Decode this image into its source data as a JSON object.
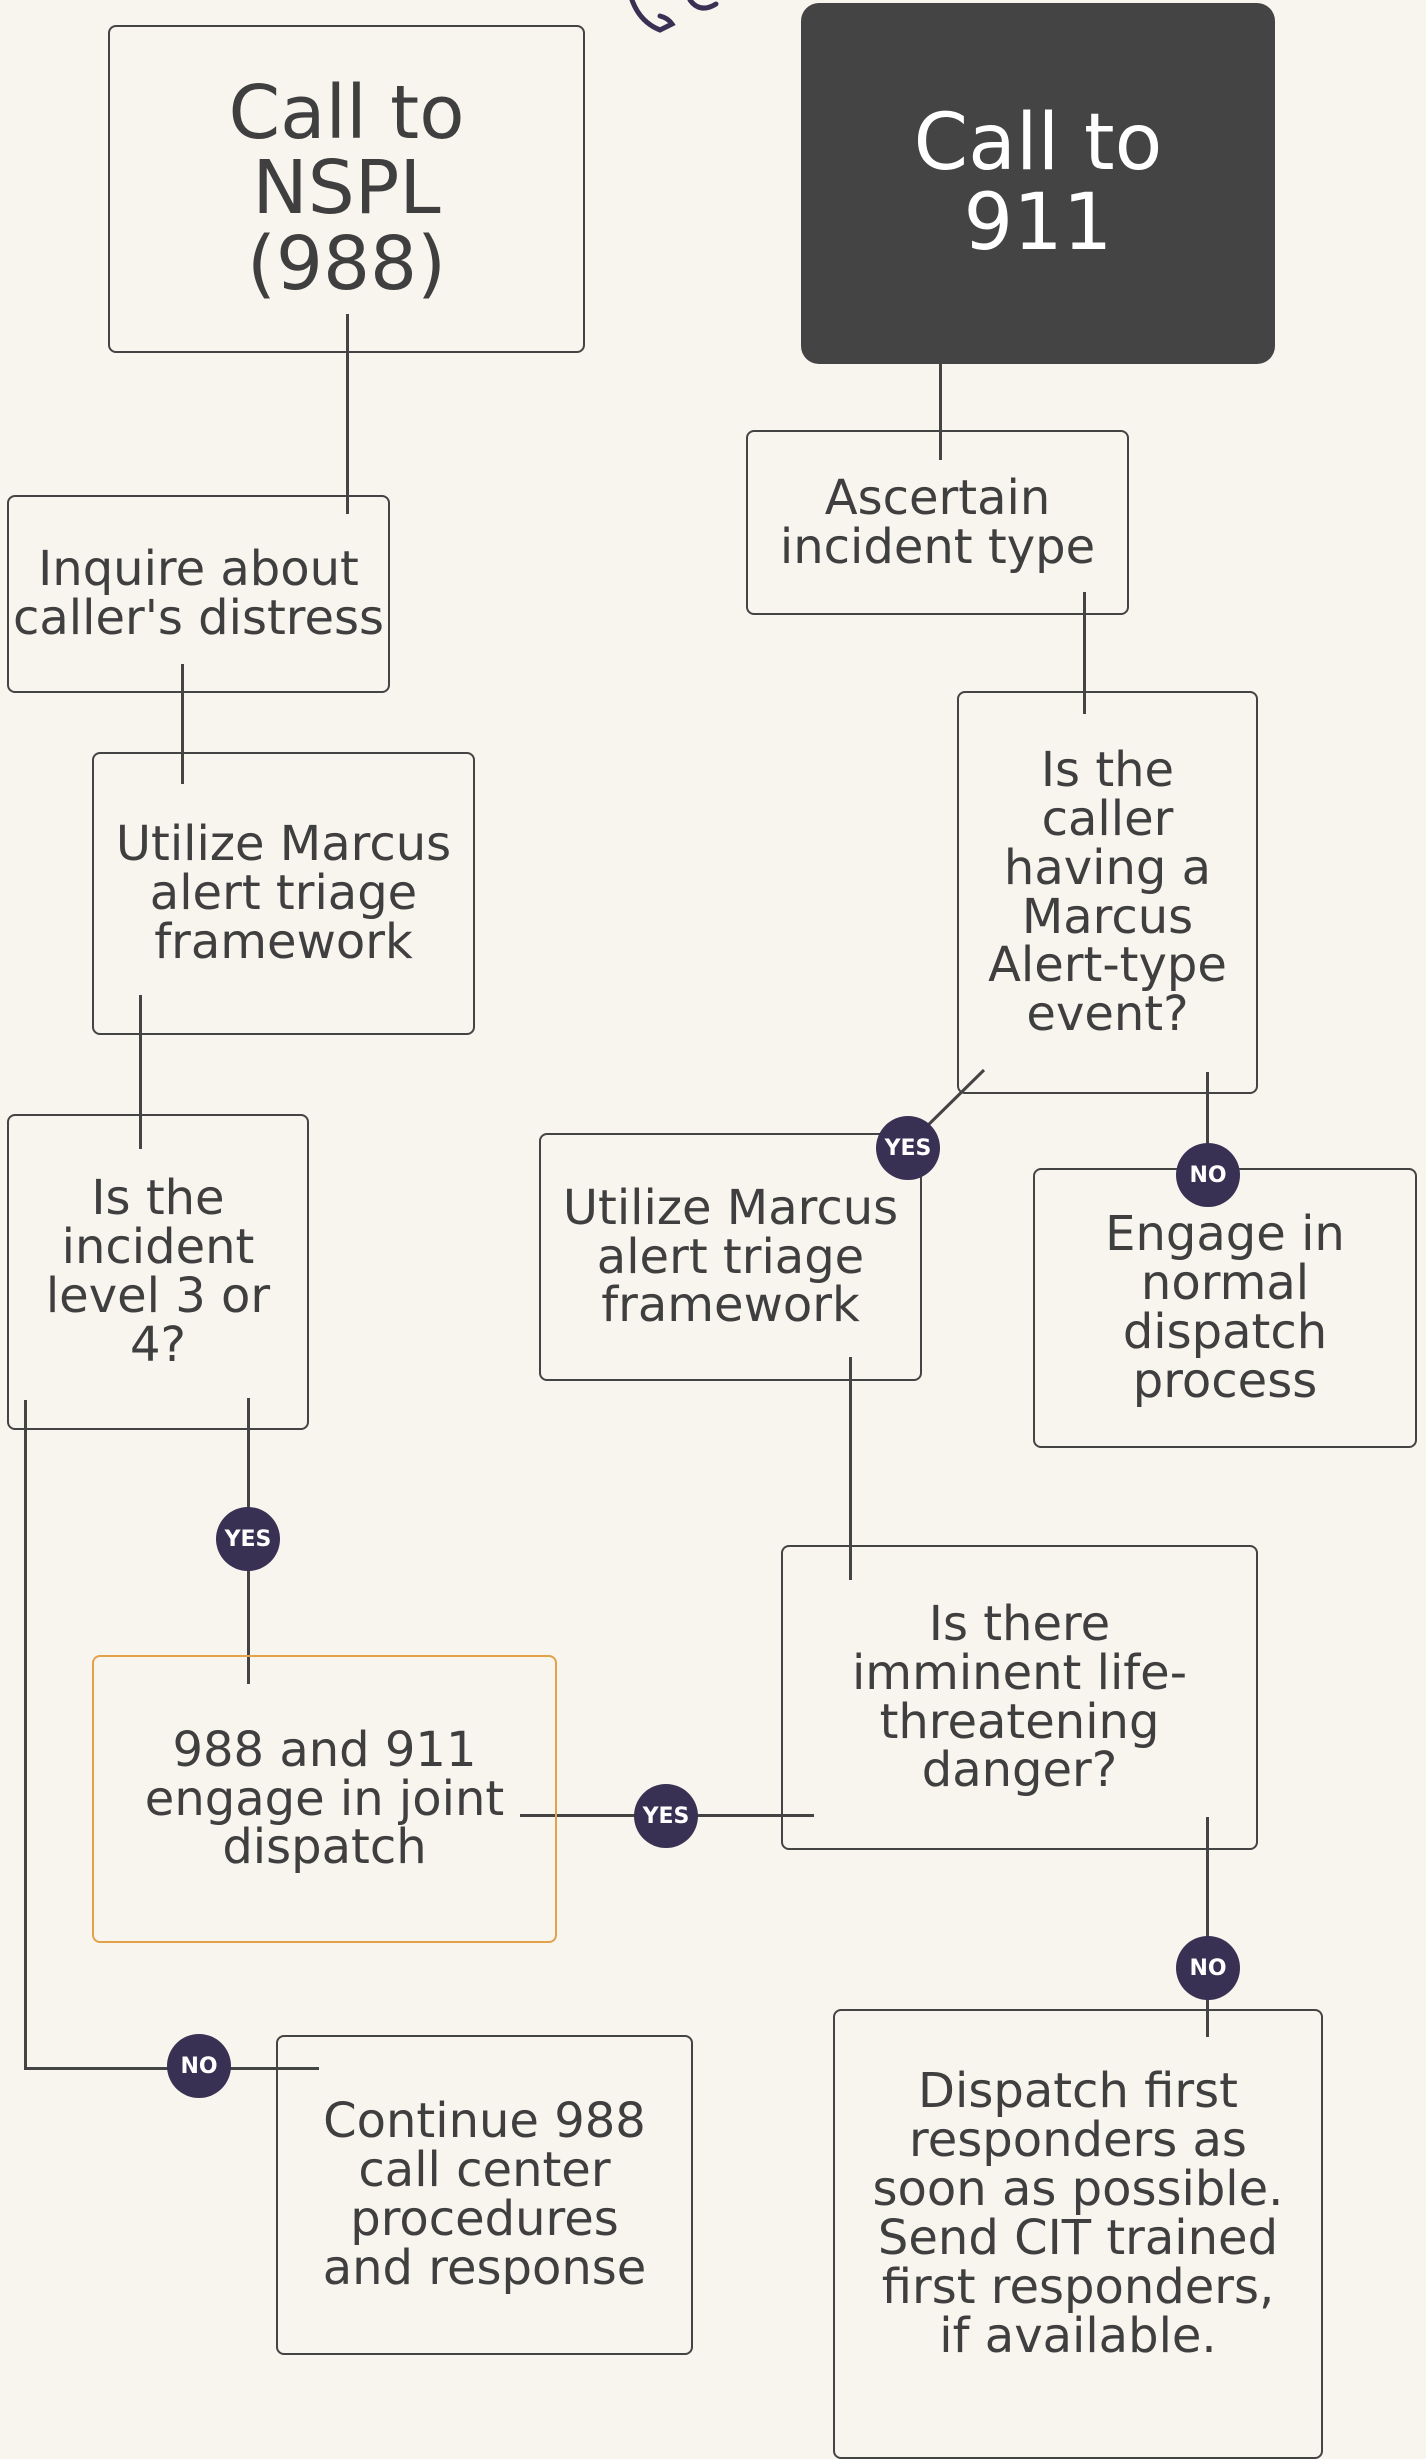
{
  "flowchart": {
    "nodes": {
      "call_nspl": "Call to\nNSPL\n(988)",
      "call_911": "Call to\n911",
      "inquire_distress": "Inquire about\ncaller's distress",
      "ascertain_type": "Ascertain\nincident type",
      "utilize_marcus_left": "Utilize Marcus\nalert triage\nframework",
      "marcus_event_question": "Is the\ncaller\nhaving a\nMarcus\nAlert-type\nevent?",
      "incident_level_question": "Is the\nincident\nlevel 3 or\n4?",
      "utilize_marcus_right": "Utilize Marcus\nalert triage\nframework",
      "normal_dispatch": "Engage in\nnormal\ndispatch\nprocess",
      "danger_question": "Is there\nimminent life-\nthreatening\ndanger?",
      "joint_dispatch": "988 and 911\nengage in joint\ndispatch",
      "continue_988": "Continue 988\ncall center\nprocedures\nand response",
      "dispatch_first_responders": "Dispatch first\nresponders as\nsoon as possible.\nSend CIT trained\nfirst responders,\nif available."
    },
    "badges": {
      "yes_marcus": "YES",
      "no_marcus": "NO",
      "yes_level": "YES",
      "yes_danger": "YES",
      "no_level": "NO",
      "no_danger": "NO"
    },
    "colors": {
      "background": "#f8f4ee",
      "dark_box": "#444444",
      "badge": "#383153",
      "highlight_border": "#e3a24a"
    },
    "icons": [
      "phone-icon"
    ]
  }
}
